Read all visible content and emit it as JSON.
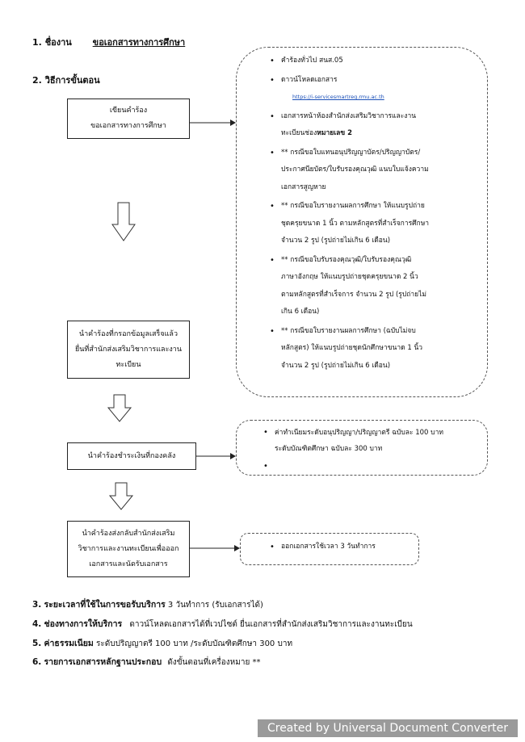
{
  "section1": {
    "number": "1.",
    "label": "ชื่องาน",
    "value": "ขอเอกสารทางการศึกษา"
  },
  "section2": {
    "number": "2.",
    "label": "วิธีการขั้นตอน"
  },
  "flow": {
    "step1": [
      "เขียนคำร้อง",
      "ขอเอกสารทางการศึกษา"
    ],
    "step2": [
      "นำคำร้องที่กรอกข้อมูลเสร็จแล้ว",
      "ยื่นที่สำนักส่งเสริมวิชาการและงาน",
      "ทะเบียน"
    ],
    "step3": [
      "นำคำร้องชำระเงินที่กองคลัง"
    ],
    "step4": [
      "นำคำร้องส่งกลับสำนักส่งเสริม",
      "วิชาการและงานทะเบียนเพื่อออก",
      "เอกสารและนัดรับเอกสาร"
    ]
  },
  "notes_panel": {
    "item1": "คำร้องทั่วไป สนส.05",
    "item2": "ดาวน์โหลดเอกสาร",
    "link": "https://i-servicesmartreg.rmu.ac.th",
    "item3_pre": "เอกสารหน้าห้องสำนักส่งเสริมวิชาการและงาน",
    "item3_line2": "ทะเบียนช่อง",
    "item3_bold": "หมายเลข 2",
    "item4": [
      "** กรณีขอใบแทนอนุปริญญาบัตร/ปริญญาบัตร/",
      "ประกาศนียบัตร/ใบรับรองคุณวุฒิ แนบใบแจ้งความ",
      "เอกสารสูญหาย"
    ],
    "item5": [
      "** กรณีขอใบรายงานผลการศึกษา ให้แนบรูปถ่าย",
      "ชุดครุยขนาด 1 นิ้ว ตามหลักสูตรที่สำเร็จการศึกษา",
      "จำนวน 2 รูป (รูปถ่ายไม่เกิน 6 เดือน)"
    ],
    "item6": [
      "** กรณีขอใบรับรองคุณวุฒิ/ใบรับรองคุณวุฒิ",
      "ภาษาอังกฤษ ให้แนบรูปถ่ายชุดครุยขนาด 2 นิ้ว",
      "ตามหลักสูตรที่สำเร็จการ จำนวน 2 รูป (รูปถ่ายไม่",
      "เกิน 6 เดือน)"
    ],
    "item7": [
      "** กรณีขอใบรายงานผลการศึกษา (ฉบับไม่จบ",
      "หลักสูตร) ให้แนบรูปถ่ายชุดนักศึกษาขนาด 1 นิ้ว",
      "จำนวน 2 รูป (รูปถ่ายไม่เกิน 6 เดือน)"
    ]
  },
  "fee_panel": {
    "item1": [
      "ค่าทำเนียมระดับอนุปริญญา/ปริญญาตรี ฉบับละ 100 บาท",
      "ระดับบัณฑิตศึกษา ฉบับละ 300 บาท"
    ],
    "item2": ""
  },
  "issue_panel": {
    "item1": "ออกเอกสารใช้เวลา 3 วันทำการ"
  },
  "section3": {
    "number": "3.",
    "label": "ระยะเวลาที่ใช้ในการขอรับบริการ",
    "value": "3 วันทำการ (รับเอกสารได้)"
  },
  "section4": {
    "number": "4.",
    "label": "ช่องทางการให้บริการ",
    "value": "ดาวน์โหลดเอกสารได้ที่เวปไซต์ ยื่นเอกสารที่สำนักส่งเสริมวิชาการและงานทะเบียน"
  },
  "section5": {
    "number": "5.",
    "label": "ค่าธรรมเนียม",
    "value": "ระดับปริญญาตรี 100 บาท /ระดับบัณฑิตศึกษา 300 บาท"
  },
  "section6": {
    "number": "6.",
    "label": "รายการเอกสารหลักฐานประกอบ",
    "value": "ดังขั้นตอนที่เครื่องหมาย **"
  },
  "watermark": "Created by Universal Document Converter"
}
